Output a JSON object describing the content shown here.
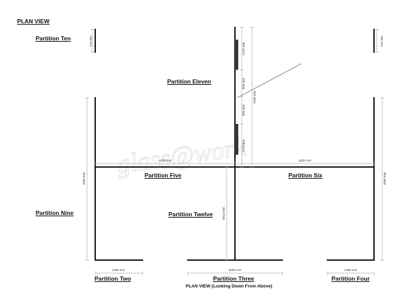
{
  "title": "PLAN VIEW",
  "caption": "PLAN VIEW (Looking Down From Above)",
  "watermark": "glass@work",
  "colors": {
    "wall": "#1a1a1a",
    "dim_line": "#888888",
    "dim_text": "#333333",
    "watermark": "#d9d9d9"
  },
  "partitions": {
    "two": "Partition Two",
    "three": "Partition Three",
    "four": "Partition Four",
    "five": "Partition Five",
    "six": "Partition Six",
    "nine": "Partition Nine",
    "ten": "Partition Ten",
    "eleven": "Partition Eleven",
    "twelve": "Partition Twelve"
  },
  "dimensions": {
    "ten_left": "750 mm",
    "ten_right": "750 mm",
    "eleven_top": "1315 mm",
    "door_upper": "800 mm",
    "door_lower": "800 mm",
    "eleven_bottom": "1315 mm",
    "eleven_total": "4230 mm",
    "five_width": "4225 mm",
    "six_width": "4225 mm",
    "nine_left": "4950 mm",
    "nine_right": "4950 mm",
    "twelve": "2813 mm",
    "two": "1450 mm",
    "three": "2650 mm",
    "four": "1450 mm"
  }
}
